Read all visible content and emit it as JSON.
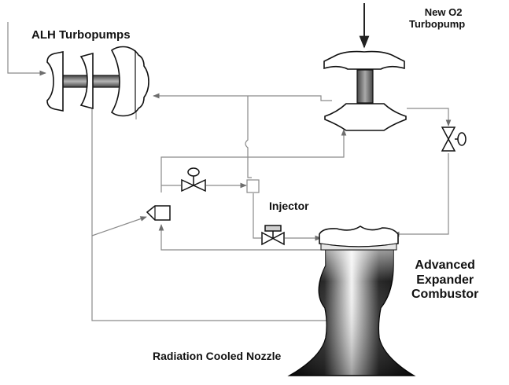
{
  "labels": {
    "alh_turbopumps": "ALH Turbopumps",
    "o2_line1": "New O2",
    "o2_line2": "Turbopump",
    "injector": "Injector",
    "combustor_line1": "Advanced",
    "combustor_line2": "Expander",
    "combustor_line3": "Combustor",
    "nozzle": "Radiation Cooled Nozzle"
  },
  "colors": {
    "line": "#8a8a8a",
    "outline": "#111111",
    "shaft": "#8c8c8c",
    "nozzle_dark": "#111111",
    "nozzle_light": "#f4f4f4"
  }
}
